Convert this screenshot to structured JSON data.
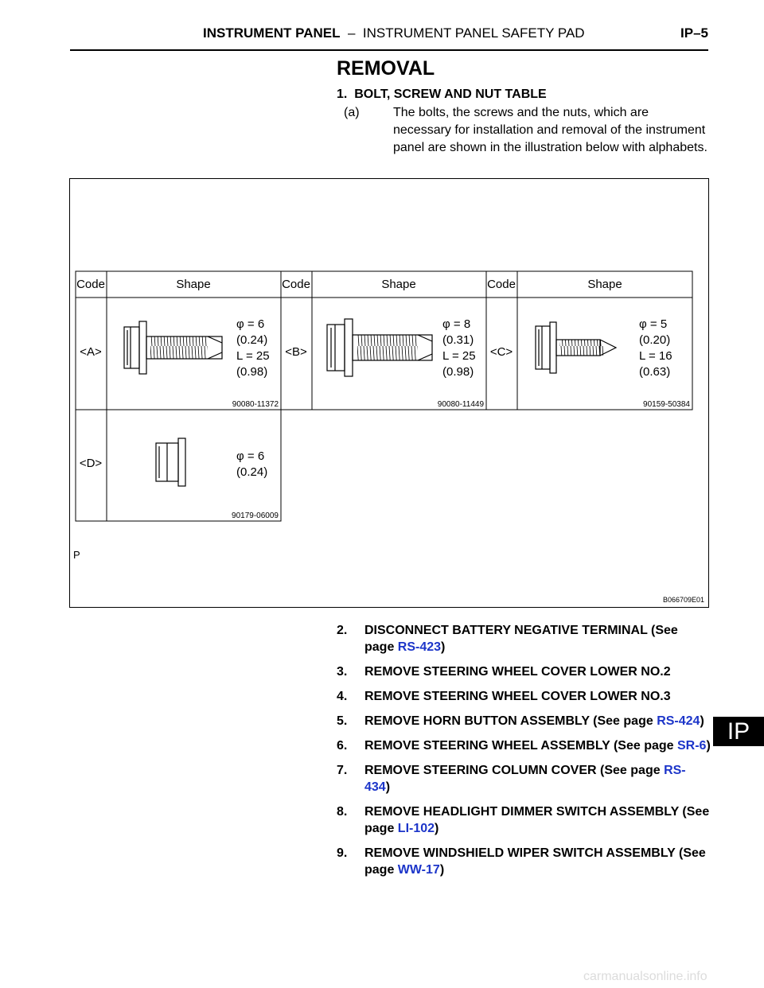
{
  "header": {
    "section": "INSTRUMENT PANEL",
    "separator": "–",
    "subsection": "INSTRUMENT PANEL SAFETY PAD",
    "page": "IP–5"
  },
  "title": "REMOVAL",
  "step1": {
    "label": "1.  BOLT, SCREW AND NUT TABLE",
    "sub_letter": "(a)",
    "sub_text": "The bolts, the screws and the nuts, which are necessary for installation and removal of the instrument panel are shown in the illustration below with alphabets."
  },
  "figure": {
    "headers": [
      "Code",
      "Shape",
      "Code",
      "Shape",
      "Code",
      "Shape"
    ],
    "parts": [
      {
        "code": "<A>",
        "spec": [
          "φ = 6",
          "(0.24)",
          "L = 25",
          "(0.98)"
        ],
        "part_no": "90080-11372"
      },
      {
        "code": "<B>",
        "spec": [
          "φ = 8",
          "(0.31)",
          "L = 25",
          "(0.98)"
        ],
        "part_no": "90080-11449"
      },
      {
        "code": "<C>",
        "spec": [
          "φ = 5",
          "(0.20)",
          "L = 16",
          "(0.63)"
        ],
        "part_no": "90159-50384"
      },
      {
        "code": "<D>",
        "spec": [
          "φ = 6",
          "(0.24)"
        ],
        "part_no": "90179-06009"
      }
    ],
    "p_label": "P",
    "figure_id": "B066709E01"
  },
  "steps": [
    {
      "num": "2.",
      "text": "DISCONNECT BATTERY NEGATIVE TERMINAL (See page ",
      "link": "RS-423",
      "suffix": ")"
    },
    {
      "num": "3.",
      "text": "REMOVE STEERING WHEEL COVER LOWER NO.2",
      "link": "",
      "suffix": ""
    },
    {
      "num": "4.",
      "text": "REMOVE STEERING WHEEL COVER LOWER NO.3",
      "link": "",
      "suffix": ""
    },
    {
      "num": "5.",
      "text": "REMOVE HORN BUTTON ASSEMBLY (See page ",
      "link": "RS-424",
      "suffix": ")"
    },
    {
      "num": "6.",
      "text": "REMOVE STEERING WHEEL ASSEMBLY (See page ",
      "link": "SR-6",
      "suffix": ")"
    },
    {
      "num": "7.",
      "text": "REMOVE STEERING COLUMN COVER (See page ",
      "link": "RS-434",
      "suffix": ")"
    },
    {
      "num": "8.",
      "text": "REMOVE HEADLIGHT DIMMER SWITCH ASSEMBLY (See page ",
      "link": "LI-102",
      "suffix": ")"
    },
    {
      "num": "9.",
      "text": "REMOVE WINDSHIELD WIPER SWITCH ASSEMBLY (See page ",
      "link": "WW-17",
      "suffix": ")"
    }
  ],
  "tab": "IP",
  "watermark": "carmanualsonline.info",
  "colors": {
    "link": "#1c35c9",
    "tab_bg": "#000000"
  }
}
